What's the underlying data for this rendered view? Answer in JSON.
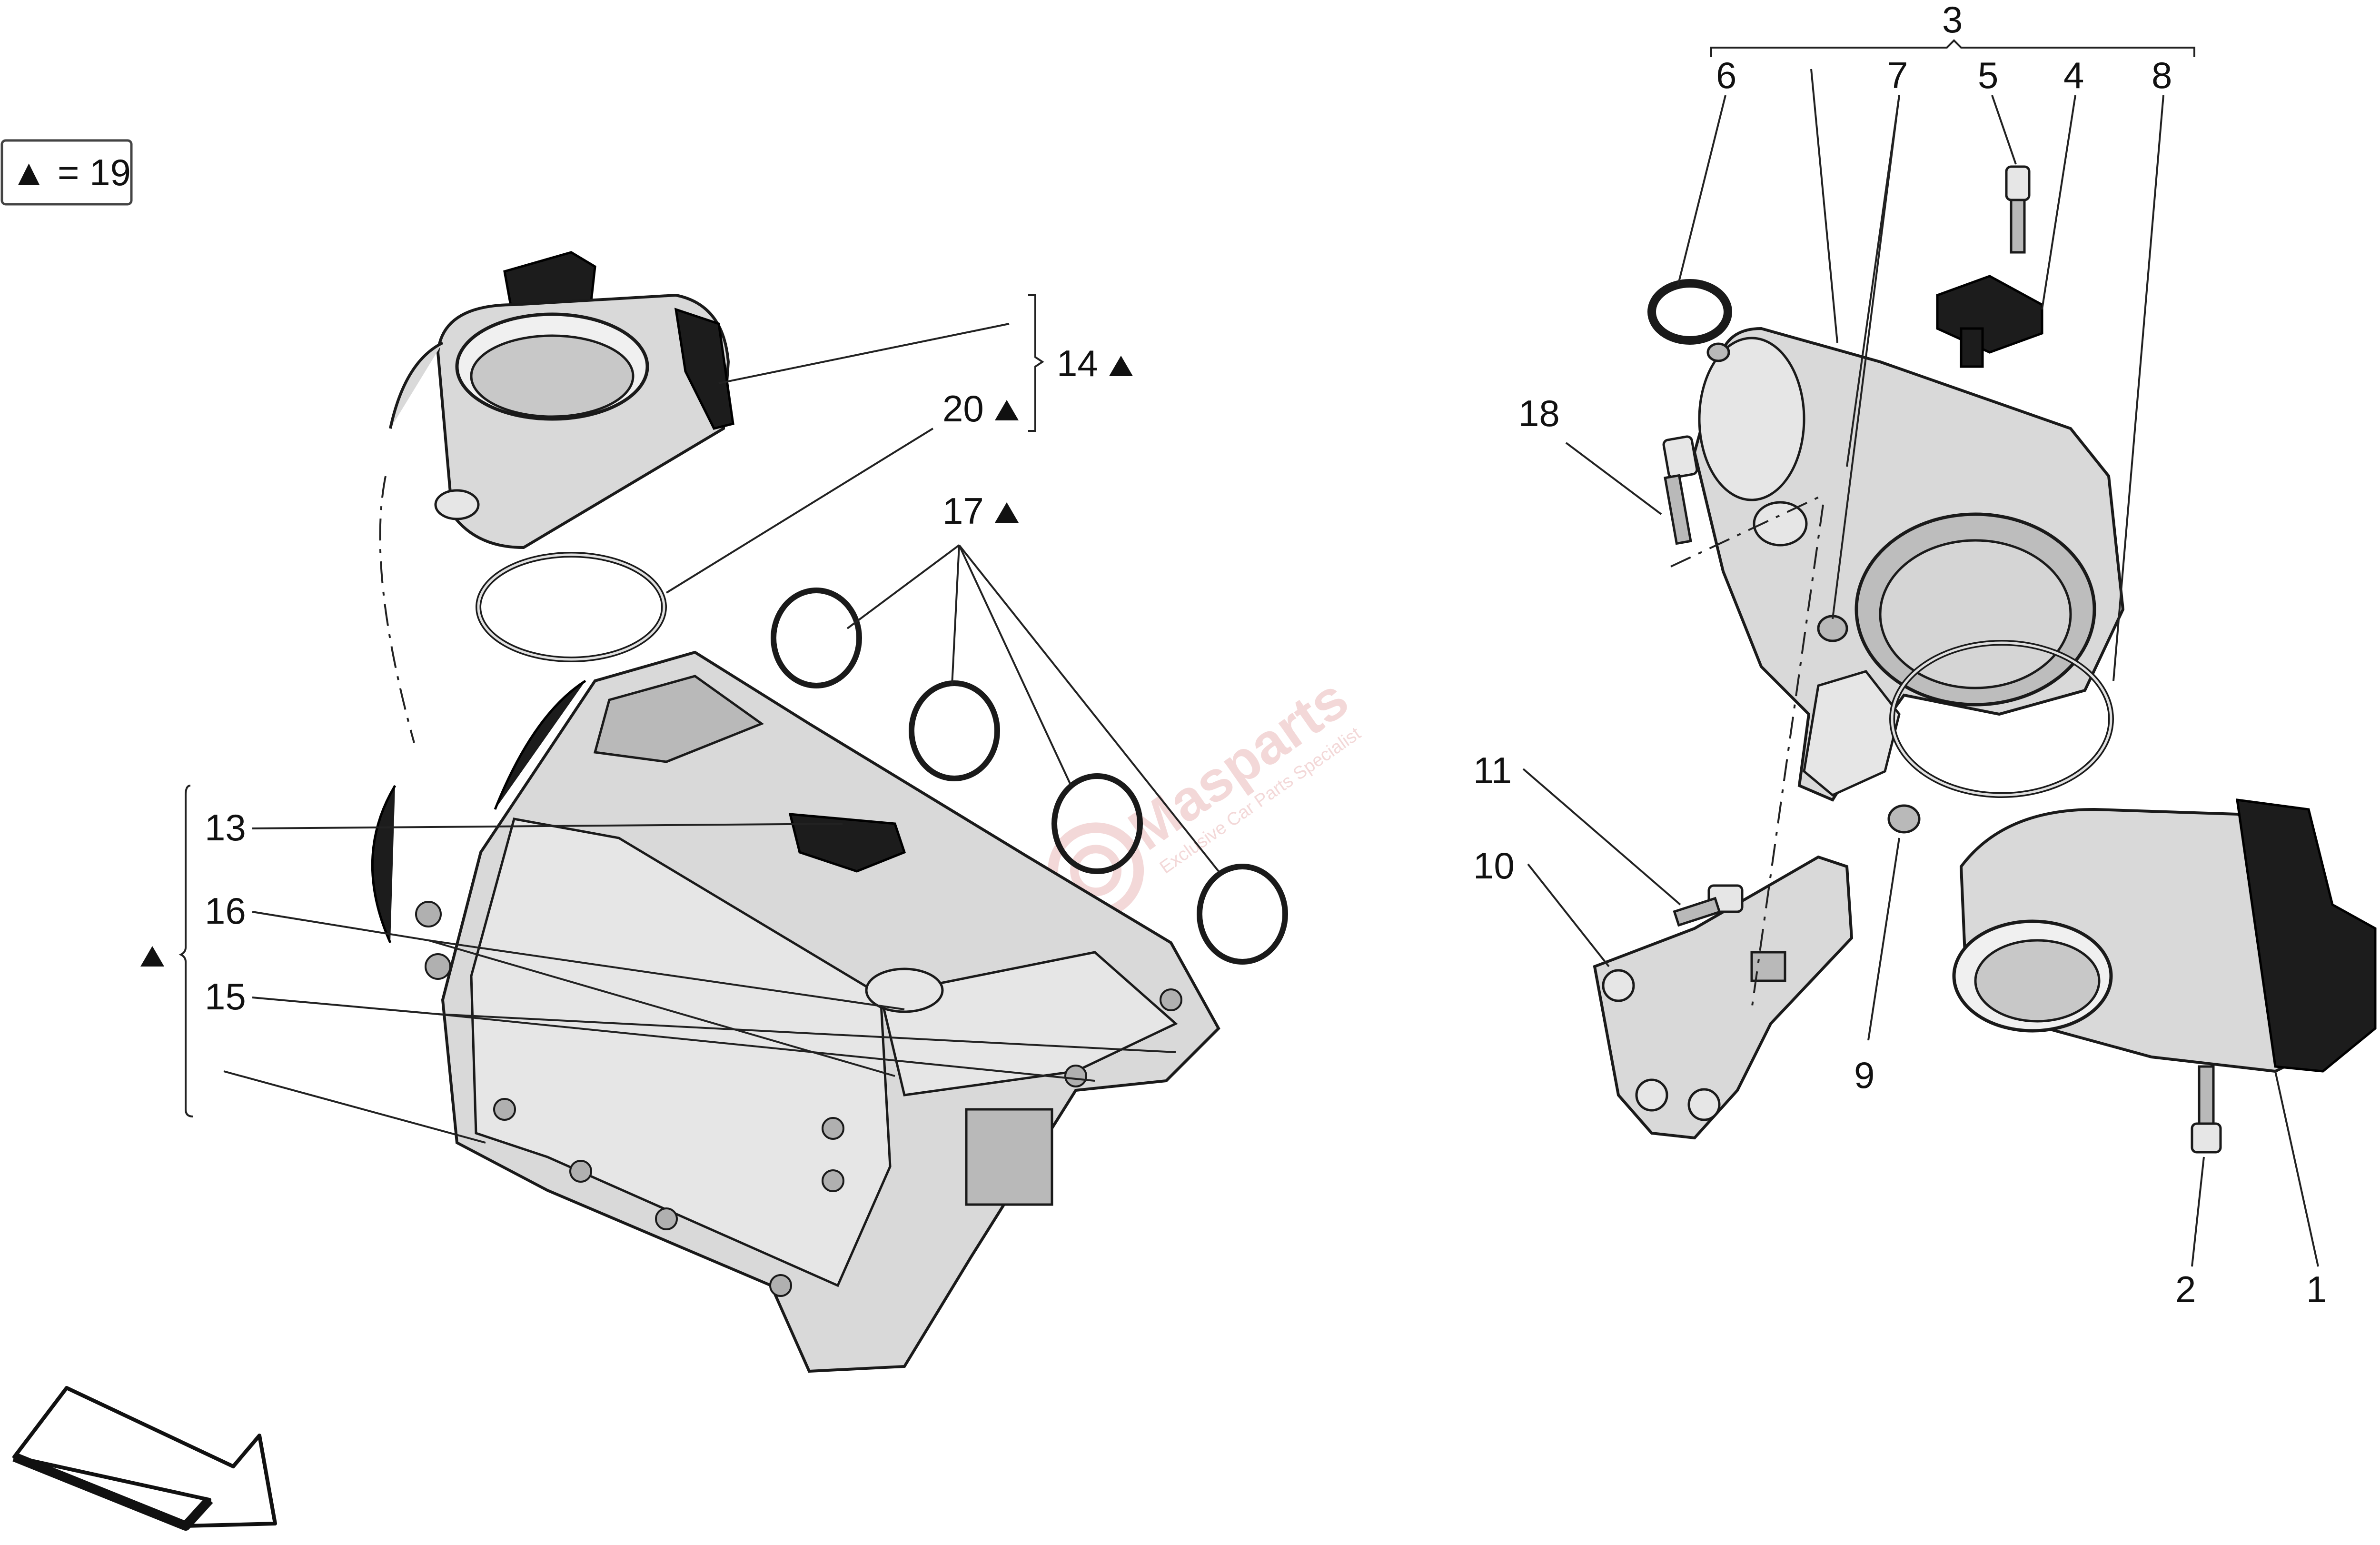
{
  "legend": {
    "text": "▲ = 19"
  },
  "callouts": [
    {
      "id": "c1",
      "label": "1"
    },
    {
      "id": "c2",
      "label": "2"
    },
    {
      "id": "c3",
      "label": "3"
    },
    {
      "id": "c4",
      "label": "4"
    },
    {
      "id": "c5",
      "label": "5"
    },
    {
      "id": "c6",
      "label": "6"
    },
    {
      "id": "c7",
      "label": "7"
    },
    {
      "id": "c8",
      "label": "8"
    },
    {
      "id": "c9",
      "label": "9"
    },
    {
      "id": "c10",
      "label": "10"
    },
    {
      "id": "c11",
      "label": "11"
    },
    {
      "id": "c13",
      "label": "13"
    },
    {
      "id": "c14",
      "label": "14"
    },
    {
      "id": "c15",
      "label": "15"
    },
    {
      "id": "c16",
      "label": "16"
    },
    {
      "id": "c17",
      "label": "17"
    },
    {
      "id": "c18",
      "label": "18"
    },
    {
      "id": "c20",
      "label": "20"
    }
  ],
  "watermark": {
    "brand": "Masparts",
    "tagline": "Exclusive Car Parts Specialist"
  },
  "icons": {
    "triangle": "triangle-marker-icon",
    "direction": "direction-arrow-icon"
  },
  "colors": {
    "line": "#222222",
    "part_fill": "#d9d9d9",
    "sensor": "#1c1c1c",
    "watermark": "#f1d2d2"
  }
}
